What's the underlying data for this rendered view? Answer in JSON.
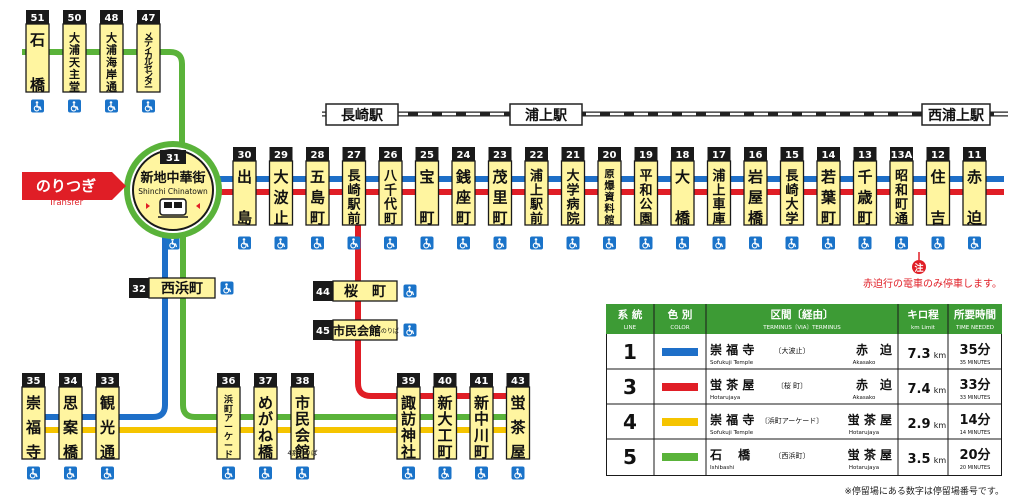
{
  "jr_line": {
    "stations": [
      "長崎駅",
      "浦上駅",
      "西浦上駅"
    ]
  },
  "transfer": {
    "label_ja": "のりつぎ",
    "label_en": "Transfer",
    "number": "31",
    "name_ja": "新地中華街",
    "name_en": "Shinchi Chinatown"
  },
  "colors": {
    "line1": "#1e6fc8",
    "line3": "#e01e26",
    "line4": "#f5c400",
    "line5": "#5ab33a",
    "stop_fill": "#fff5a0",
    "header_green": "#3d9b35",
    "access": "#1a73c9"
  },
  "stops_main": [
    {
      "num": "30",
      "name": "出島"
    },
    {
      "num": "29",
      "name": "大波止"
    },
    {
      "num": "28",
      "name": "五島町"
    },
    {
      "num": "27",
      "name": "長崎駅前"
    },
    {
      "num": "26",
      "name": "八千代町"
    },
    {
      "num": "25",
      "name": "宝町"
    },
    {
      "num": "24",
      "name": "銭座町"
    },
    {
      "num": "23",
      "name": "茂里町"
    },
    {
      "num": "22",
      "name": "浦上駅前"
    },
    {
      "num": "21",
      "name": "大学病院"
    },
    {
      "num": "20",
      "name": "原爆資料館"
    },
    {
      "num": "19",
      "name": "平和公園"
    },
    {
      "num": "18",
      "name": "大橋"
    },
    {
      "num": "17",
      "name": "浦上車庫"
    },
    {
      "num": "16",
      "name": "岩屋橋"
    },
    {
      "num": "15",
      "name": "長崎大学"
    },
    {
      "num": "14",
      "name": "若葉町"
    },
    {
      "num": "13",
      "name": "千歳町"
    },
    {
      "num": "13A",
      "name": "昭和町通"
    },
    {
      "num": "12",
      "name": "住吉"
    },
    {
      "num": "11",
      "name": "赤迫"
    }
  ],
  "stops_top": [
    {
      "num": "51",
      "name": "石橋"
    },
    {
      "num": "50",
      "name": "大浦天主堂"
    },
    {
      "num": "48",
      "name": "大浦海岸通"
    },
    {
      "num": "47",
      "name": "メディカルセンター"
    }
  ],
  "stops_bottom_left": [
    {
      "num": "35",
      "name": "崇福寺"
    },
    {
      "num": "34",
      "name": "思案橋"
    },
    {
      "num": "33",
      "name": "観光通"
    }
  ],
  "stops_bottom_mid": [
    {
      "num": "36",
      "name": "浜町アーケード"
    },
    {
      "num": "37",
      "name": "めがね橋"
    },
    {
      "num": "38",
      "name": "市民会館",
      "sub": "4系のりば"
    }
  ],
  "stops_bottom_right": [
    {
      "num": "39",
      "name": "諏訪神社"
    },
    {
      "num": "40",
      "name": "新大工町"
    },
    {
      "num": "41",
      "name": "新中川町"
    },
    {
      "num": "43",
      "name": "蛍茶屋"
    }
  ],
  "stop_32": {
    "num": "32",
    "name": "西浜町"
  },
  "stop_44": {
    "num": "44",
    "name": "桜　町"
  },
  "stop_45": {
    "num": "45",
    "name": "市民会館",
    "sub": "3系のりば"
  },
  "note_akasako": "赤迫行の電車のみ停車します。",
  "note_mark": "注",
  "footnote": "※停留場にある数字は停留場番号です。",
  "legend": {
    "headers": [
      {
        "ja": "系 統",
        "en": "LINE"
      },
      {
        "ja": "色 別",
        "en": "COLOR"
      },
      {
        "ja": "区間〔経由〕",
        "en": "TERMINUS〔VIA〕TERMINUS"
      },
      {
        "ja": "キロ程",
        "en": "km Limit"
      },
      {
        "ja": "所要時間",
        "en": "TIME NEEDED"
      }
    ],
    "rows": [
      {
        "line": "1",
        "color": "#1e6fc8",
        "from": "崇 福 寺",
        "from_en": "Sofukuji Temple",
        "via": "〔大波止〕",
        "to": "赤　迫",
        "to_en": "Akasako",
        "km": "7.3",
        "km_unit": "km",
        "min": "35分",
        "min_en": "35 MINUTES"
      },
      {
        "line": "3",
        "color": "#e01e26",
        "from": "蛍 茶 屋",
        "from_en": "Hotarujaya",
        "via": "〔桜 町〕",
        "to": "赤　迫",
        "to_en": "Akasako",
        "km": "7.4",
        "km_unit": "km",
        "min": "33分",
        "min_en": "33 MINUTES"
      },
      {
        "line": "4",
        "color": "#f5c400",
        "from": "崇 福 寺",
        "from_en": "Sofukuji Temple",
        "via": "〔浜町アーケード〕",
        "to": "蛍 茶 屋",
        "to_en": "Hotarujaya",
        "km": "2.9",
        "km_unit": "km",
        "min": "14分",
        "min_en": "14 MINUTES"
      },
      {
        "line": "5",
        "color": "#5ab33a",
        "from": "石　 橋",
        "from_en": "Ishibashi",
        "via": "〔西浜町〕",
        "to": "蛍 茶 屋",
        "to_en": "Hotarujaya",
        "km": "3.5",
        "km_unit": "km",
        "min": "20分",
        "min_en": "20 MINUTES"
      }
    ]
  }
}
